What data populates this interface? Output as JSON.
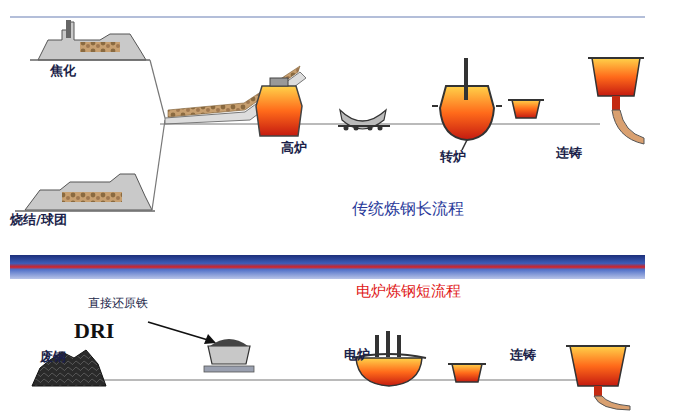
{
  "diagram": {
    "labels": [
      "焦化",
      "烧结/球团",
      "高炉",
      "转炉",
      "连铸",
      "传统炼钢长流程",
      "电炉炼钢短流程",
      "直接还原铁",
      "DRI",
      "废钢",
      "电炉",
      "连铸"
    ]
  }
}
